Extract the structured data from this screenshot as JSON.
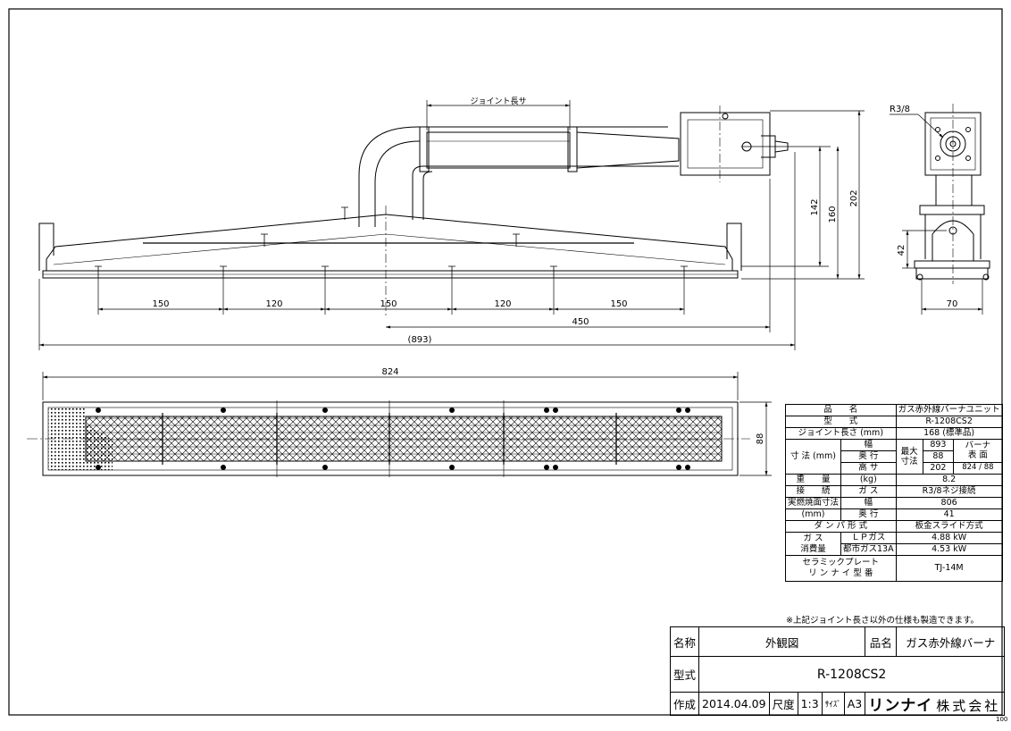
{
  "dimensions": {
    "joint_length_label": "ジョイント長サ",
    "bottom_spacings": [
      "150",
      "120",
      "150",
      "120",
      "150"
    ],
    "span_450": "450",
    "overall_length": "(893)",
    "heights": [
      "142",
      "160",
      "202"
    ],
    "thread_label": "R3/8",
    "side_height": "42",
    "side_width": "70",
    "plan_length": "824",
    "plan_width": "88"
  },
  "spec": {
    "product_name_label": "品　　名",
    "product_name": "ガス赤外線バーナユニット",
    "model_label": "型　　式",
    "model": "R-1208CS2",
    "joint_length_label": "ジョイント長さ (mm)",
    "joint_length": "168 (標準品)",
    "size_label": "寸 法 (mm)",
    "width_label": "幅",
    "depth_label": "奥 行",
    "height_label": "高 サ",
    "max_label": "最大",
    "size_word": "寸法",
    "max_width": "893",
    "max_depth": "88",
    "max_height": "202",
    "burner_label_1": "バーナ",
    "burner_label_2": "表 面",
    "burner_width": "824",
    "burner_depth": "88",
    "weight_label": "重　　量",
    "weight_unit": "(kg)",
    "weight": "8.2",
    "connection_label": "接　　続",
    "gas_label": "ガ ス",
    "connection": "R3/8ネジ接続",
    "burn_size_label": "実燃焼面寸法",
    "burn_size_unit": "(mm)",
    "burn_width_label": "幅",
    "burn_depth_label": "奥 行",
    "burn_width": "806",
    "burn_depth": "41",
    "damper_label": "ダ ン パ 形 式",
    "damper": "板金スライド方式",
    "consumption_label_1": "ガ ス",
    "consumption_label_2": "消費量",
    "lp_label": "ＬＰガス",
    "lp_value": "4.88 kW",
    "city_label": "都市ガス13A",
    "city_value": "4.53 kW",
    "plate_label_1": "セラミックプレート",
    "plate_label_2": "リ ン ナ イ 型 番",
    "plate_model": "TJ-14M"
  },
  "note": "※上記ジョイント長さ以外の仕様も製造できます。",
  "title_block": {
    "name_label": "名称",
    "name": "外観図",
    "product_label": "品名",
    "product": "ガス赤外線バーナ",
    "model_label": "型式",
    "model": "R-1208CS2",
    "date_label": "作成",
    "date": "2014.04.09",
    "scale_label": "尺度",
    "scale": "1:3",
    "size_label": "ｻｲｽﾞ",
    "size": "A3",
    "logo": "リンナイ",
    "company": "株式会社"
  },
  "page_number": "100"
}
